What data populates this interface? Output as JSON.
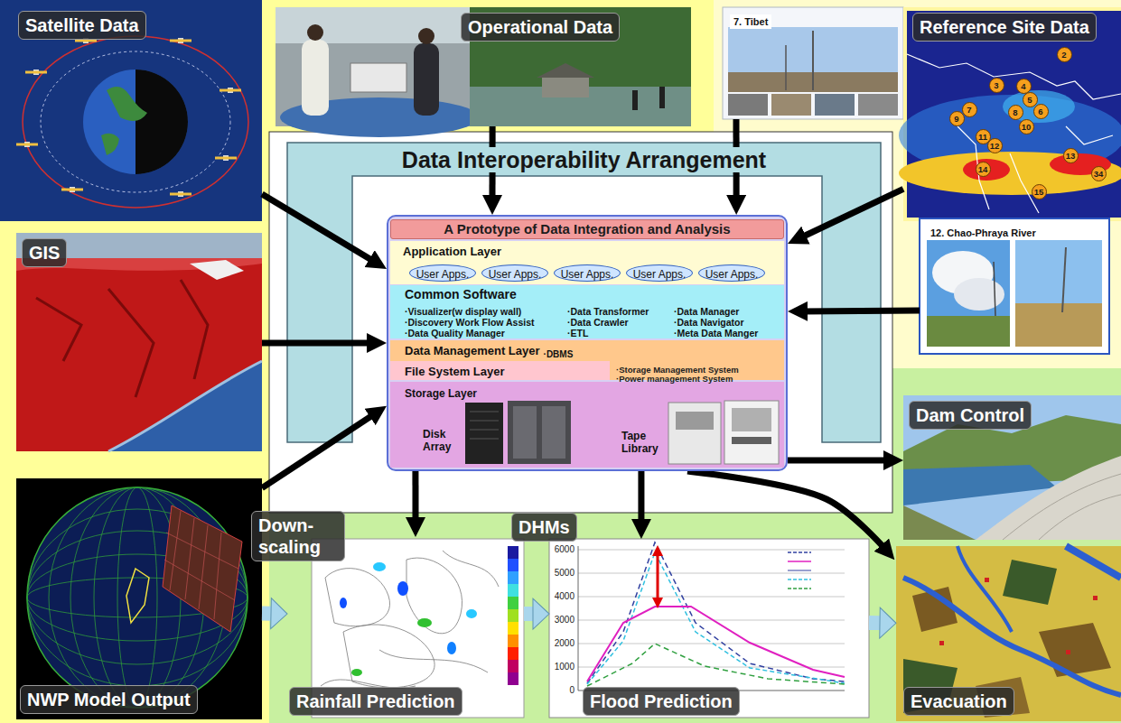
{
  "diagram": {
    "nodes": [
      {
        "text": [
          "Satellite Data"
        ]
      },
      {
        "text": [
          "Operational Data"
        ]
      },
      {
        "text": [
          "7. Tibet"
        ]
      },
      {
        "text": [
          "Reference Site Data"
        ]
      },
      {
        "text": [
          "12. Chao-Phraya River"
        ]
      },
      {
        "text": [
          "GIS"
        ]
      },
      {
        "text": [
          "Data Interoperability Arrangement"
        ]
      },
      {
        "text": [
          "A Prototype of Data Integration and Analysis"
        ],
        "in": 6
      },
      {
        "text": [
          "Application Layer"
        ],
        "in": 7
      },
      {
        "text": [
          "User Apps."
        ],
        "in": 8
      },
      {
        "text": [
          "User Apps."
        ],
        "in": 8
      },
      {
        "text": [
          "User Apps."
        ],
        "in": 8
      },
      {
        "text": [
          "User Apps."
        ],
        "in": 8
      },
      {
        "text": [
          "User Apps."
        ],
        "in": 8
      },
      {
        "text": [
          "Common Software",
          "·Visualizer(w display wall)",
          "·Data Transformer",
          "·Data Manager",
          "·Discovery Work Flow Assist",
          "·Data Crawler",
          "·Data Navigator",
          "·Data Quality Manager",
          "·ETL",
          "·Meta Data Manger"
        ],
        "in": 7
      },
      {
        "text": [
          "Data Management Layer",
          "·DBMS",
          "·Storage Management System",
          "·Power management System"
        ],
        "in": 7
      },
      {
        "text": [
          "File System Layer"
        ],
        "in": 15
      },
      {
        "text": [
          "Storage Layer"
        ],
        "in": 7
      },
      {
        "text": [
          "Dam Control"
        ]
      },
      {
        "text": [
          "NWP Model Output"
        ]
      },
      {
        "text": [
          "Rainfall Prediction"
        ]
      },
      {
        "text": [
          "Flood Prediction"
        ]
      },
      {
        "text": [
          "Evacuation"
        ]
      }
    ],
    "edges": [
      {
        "from": 0,
        "to": 7,
        "arrow": "to"
      },
      {
        "from": 1,
        "to": 7,
        "arrow": "to"
      },
      {
        "from": 2,
        "to": 7,
        "arrow": "to"
      },
      {
        "from": 3,
        "to": 7,
        "arrow": "to"
      },
      {
        "from": 4,
        "to": 7,
        "arrow": "to"
      },
      {
        "from": 5,
        "to": 7,
        "arrow": "to"
      },
      {
        "from": 19,
        "to": 7,
        "arrow": "to"
      },
      {
        "from": 7,
        "to": 18,
        "arrow": "to"
      },
      {
        "from": 7,
        "to": 20,
        "arrow": "to"
      },
      {
        "from": 7,
        "to": 21,
        "arrow": "to"
      },
      {
        "from": 7,
        "to": 22,
        "arrow": "to"
      },
      {
        "from": 19,
        "to": 20,
        "label": "Down-scaling",
        "arrow": "to"
      },
      {
        "from": 20,
        "to": 21,
        "label": "DHMs",
        "arrow": "to"
      },
      {
        "from": 21,
        "to": 22,
        "arrow": "to"
      }
    ],
    "labels": [
      "2",
      "3",
      "4",
      "5",
      "6",
      "7",
      "8",
      "9",
      "10",
      "11",
      "12",
      "13",
      "14",
      "15",
      "34",
      "Disk Array",
      "Tape Library",
      "6000",
      "5000",
      "4000",
      "3000",
      "2000",
      "1000",
      "0"
    ]
  }
}
